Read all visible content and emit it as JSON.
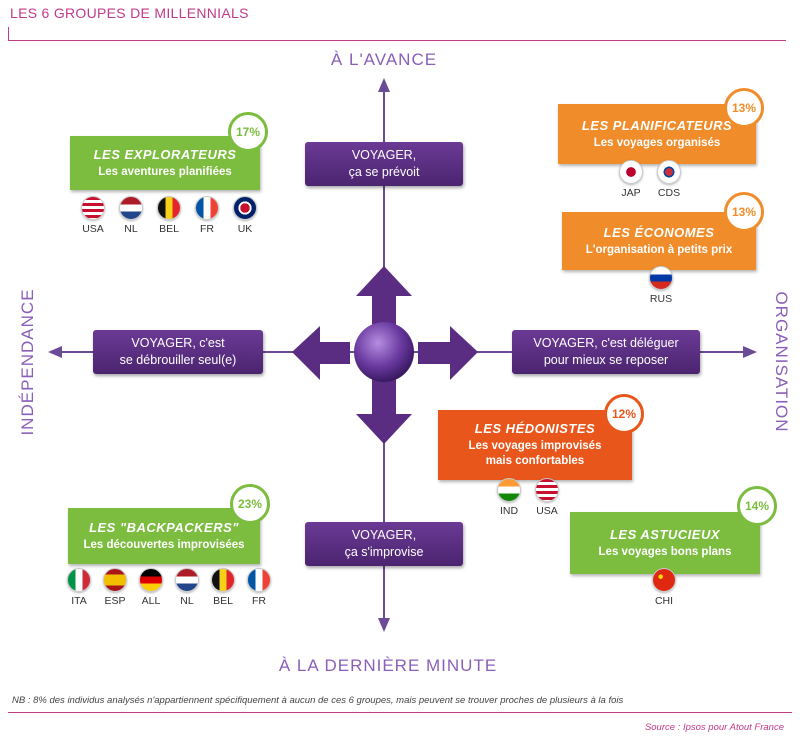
{
  "header": {
    "title": "LES 6 GROUPES DE MILLENNIALS"
  },
  "axes": {
    "top": "À L'AVANCE",
    "bottom": "À LA DERNIÈRE MINUTE",
    "left": "INDÉPENDANCE",
    "right": "ORGANISATION"
  },
  "center_boxes": {
    "top": {
      "line1": "VOYAGER,",
      "line2": "ça se prévoit"
    },
    "bottom": {
      "line1": "VOYAGER,",
      "line2": "ça s'improvise"
    },
    "left": {
      "line1": "VOYAGER, c'est",
      "line2": "se débrouiller seul(e)"
    },
    "right": {
      "line1": "VOYAGER, c'est déléguer",
      "line2": "pour mieux se reposer"
    }
  },
  "groups": {
    "explorateurs": {
      "name": "LES EXPLORATEURS",
      "sub": "Les aventures planifiées",
      "pct": "17%",
      "flags": [
        {
          "code": "USA",
          "icon": "usa-flag-icon"
        },
        {
          "code": "NL",
          "icon": "nl-flag-icon"
        },
        {
          "code": "BEL",
          "icon": "bel-flag-icon"
        },
        {
          "code": "FR",
          "icon": "fr-flag-icon"
        },
        {
          "code": "UK",
          "icon": "uk-flag-icon"
        }
      ]
    },
    "planificateurs": {
      "name": "LES PLANIFICATEURS",
      "sub": "Les voyages organisés",
      "pct": "13%",
      "flags": [
        {
          "code": "JAP",
          "icon": "jap-flag-icon"
        },
        {
          "code": "CDS",
          "icon": "cds-flag-icon"
        }
      ]
    },
    "economes": {
      "name": "LES ÉCONOMES",
      "sub": "L'organisation à petits prix",
      "pct": "13%",
      "flags": [
        {
          "code": "RUS",
          "icon": "rus-flag-icon"
        }
      ]
    },
    "hedonistes": {
      "name": "LES HÉDONISTES",
      "sub1": "Les voyages improvisés",
      "sub2": "mais confortables",
      "pct": "12%",
      "flags": [
        {
          "code": "IND",
          "icon": "ind-flag-icon"
        },
        {
          "code": "USA",
          "icon": "usa-flag-icon"
        }
      ]
    },
    "backpackers": {
      "name": "LES \"BACKPACKERS\"",
      "sub": "Les découvertes improvisées",
      "pct": "23%",
      "flags": [
        {
          "code": "ITA",
          "icon": "ita-flag-icon"
        },
        {
          "code": "ESP",
          "icon": "esp-flag-icon"
        },
        {
          "code": "ALL",
          "icon": "all-flag-icon"
        },
        {
          "code": "NL",
          "icon": "nl-flag-icon"
        },
        {
          "code": "BEL",
          "icon": "bel-flag-icon"
        },
        {
          "code": "FR",
          "icon": "fr-flag-icon"
        }
      ]
    },
    "astucieux": {
      "name": "LES ASTUCIEUX",
      "sub": "Les voyages bons plans",
      "pct": "14%",
      "flags": [
        {
          "code": "CHI",
          "icon": "chi-flag-icon"
        }
      ]
    }
  },
  "colors": {
    "green": "#7cbc3f",
    "orange": "#f08c2a",
    "red": "#e8561b",
    "purple": "#5a2d82",
    "magenta": "#c23a8a"
  },
  "footer": {
    "note": "NB : 8% des individus analysés n'appartiennent spécifiquement à aucun de ces 6 groupes, mais peuvent se trouver proches de plusieurs à la fois",
    "source": "Source : Ipsos pour Atout France"
  }
}
